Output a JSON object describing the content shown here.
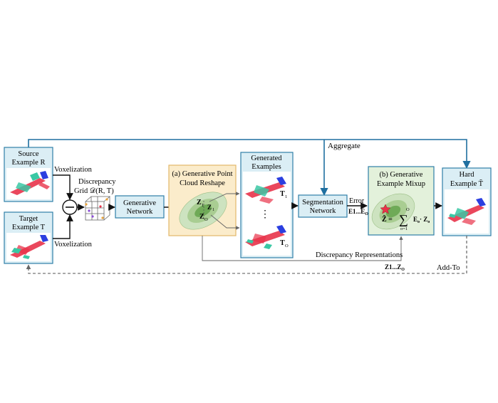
{
  "nodes": {
    "source": {
      "line1": "Source",
      "line2": "Example R"
    },
    "target": {
      "line1": "Target",
      "line2": "Example T"
    },
    "voxelization_top": "Voxelization",
    "voxelization_bottom": "Voxelization",
    "minus": "—",
    "discrepancy": {
      "line1": "Discrepancy",
      "line2": "Grid 𝒟(R, T)"
    },
    "generative_network": {
      "line1": "Generative",
      "line2": "Network"
    },
    "reshape": {
      "line1": "(a) Generative Point",
      "line2": "Cloud Reshape",
      "z1": "Z",
      "z1_sub": "1",
      "zo": "Z",
      "zo_sub": "O",
      "zbar": "Z",
      "zbar_sub": "1"
    },
    "generated": {
      "line1": "Generated",
      "line2": "Examples",
      "t1": "T",
      "t1_sub": "1",
      "dots": "⋮",
      "to": "T",
      "to_sub": "O"
    },
    "segmentation": {
      "line1": "Segmentation",
      "line2": "Network"
    },
    "error": {
      "line1": "Error",
      "line2": "E",
      "line2_rest": "1...E",
      "line2_sub": "O"
    },
    "mixup": {
      "line1": "(b) Generative",
      "line2": "Example Mixup",
      "formula_lhs": "Z̃ =",
      "sum": "∑",
      "sum_top": "O",
      "sum_bottom": "o=1",
      "formula_rhs": "E",
      "formula_rhs2": "· Z",
      "sub_o": "o"
    },
    "hard": {
      "line1": "Hard",
      "line2": "Example T̃"
    },
    "aggregate": "Aggregate",
    "discrepancy_reps": {
      "line1": "Discrepancy Representations",
      "line2": "Z",
      "line2_rest": "1...Z",
      "line2_sub": "O"
    },
    "add_to": "Add-To"
  },
  "colors": {
    "box_blue_fill": "#dbeef5",
    "box_blue_stroke": "#2f7fa8",
    "reshape_fill": "#fbeccb",
    "reshape_stroke": "#e3b86a",
    "mixup_fill": "#e3f1db",
    "dark_blue_line": "#1f6fa0",
    "ellipse_outer": "#cde3c0",
    "ellipse_mid": "#a9cd92",
    "ellipse_inner": "#6faa57",
    "red_plane": "#e8334a",
    "green_plane": "#39c8a4",
    "blue_plane": "#2b3fe0"
  },
  "icons": [
    "minus-circle-icon",
    "voxel-grid-icon",
    "airplane-point-cloud-icon",
    "gaussian-ellipse-icon",
    "star-icon"
  ]
}
